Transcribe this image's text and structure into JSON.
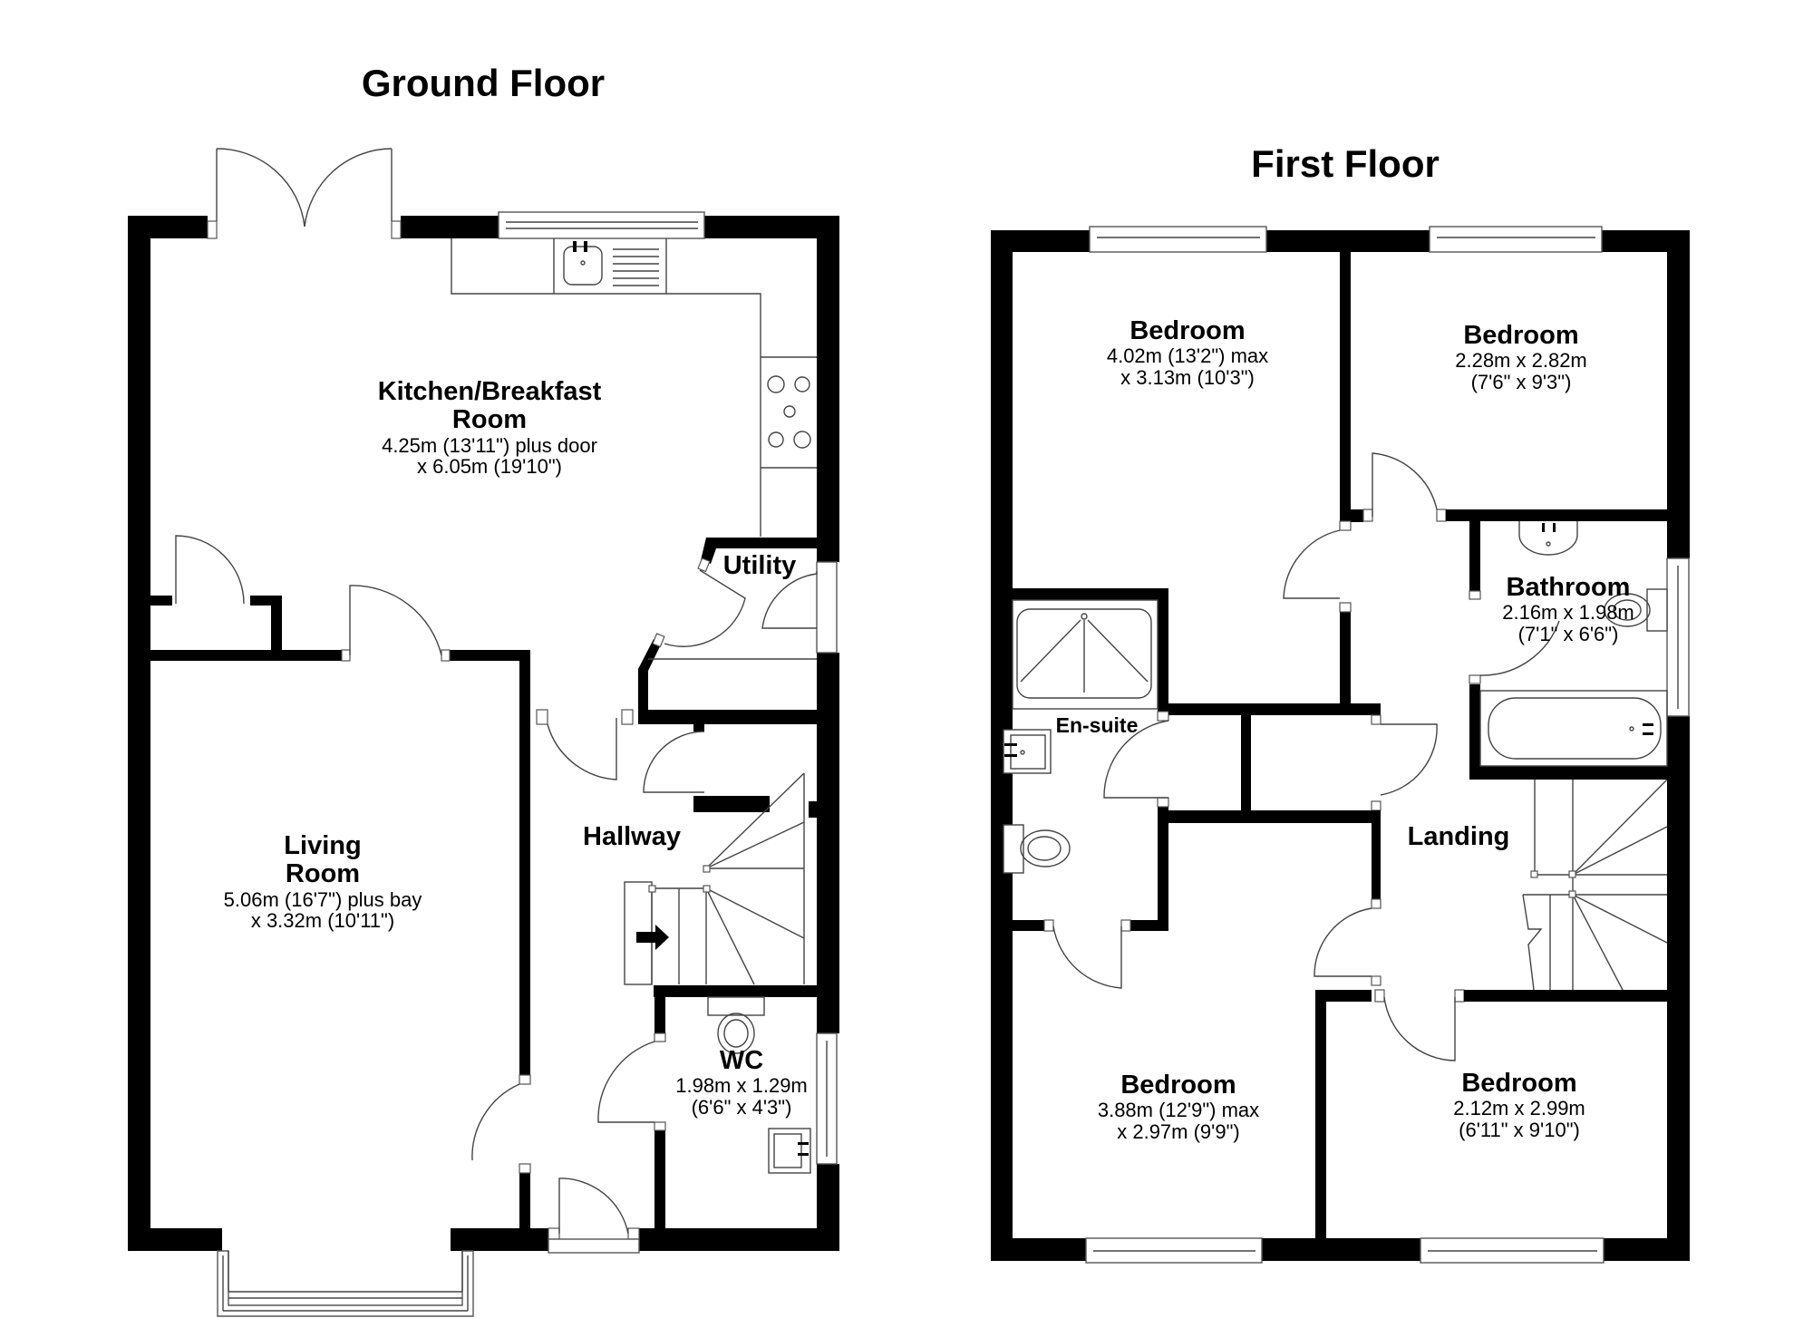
{
  "titles": {
    "ground_floor": "Ground Floor",
    "first_floor": "First Floor"
  },
  "ground_floor": {
    "rooms": [
      {
        "name": "Kitchen/Breakfast",
        "name2": "Room",
        "dim1": "4.25m (13'11\") plus door",
        "dim2": "x 6.05m (19'10\")"
      },
      {
        "name": "Utility"
      },
      {
        "name": "Living",
        "name2": "Room",
        "dim1": "5.06m (16'7\") plus bay",
        "dim2": "x 3.32m (10'11\")"
      },
      {
        "name": "Hallway"
      },
      {
        "name": "WC",
        "dim1": "1.98m x 1.29m",
        "dim2": "(6'6\" x 4'3\")"
      }
    ],
    "fixtures": [
      "french-doors",
      "kitchen-sink",
      "hob",
      "stairs-up-arrow",
      "wc-toilet",
      "wc-basin",
      "bay-window",
      "front-door"
    ]
  },
  "first_floor": {
    "rooms": [
      {
        "name": "Bedroom",
        "dim1": "4.02m (13'2\") max",
        "dim2": "x 3.13m (10'3\")"
      },
      {
        "name": "Bedroom",
        "dim1": "2.28m x 2.82m",
        "dim2": "(7'6\" x 9'3\")"
      },
      {
        "name": "Bathroom",
        "dim1": "2.16m x 1.98m",
        "dim2": "(7'1\" x 6'6\")"
      },
      {
        "name": "En-suite"
      },
      {
        "name": "Landing"
      },
      {
        "name": "Bedroom",
        "dim1": "3.88m (12'9\") max",
        "dim2": "x 2.97m (9'9\")"
      },
      {
        "name": "Bedroom",
        "dim1": "2.12m x 2.99m",
        "dim2": "(6'11\" x 9'10\")"
      }
    ],
    "fixtures": [
      "shower",
      "ensuite-basin",
      "ensuite-toilet",
      "bath",
      "bathroom-basin",
      "bathroom-toilet",
      "stairs"
    ]
  },
  "colors": {
    "wall": "#000000",
    "line": "#444444",
    "background": "#ffffff"
  }
}
